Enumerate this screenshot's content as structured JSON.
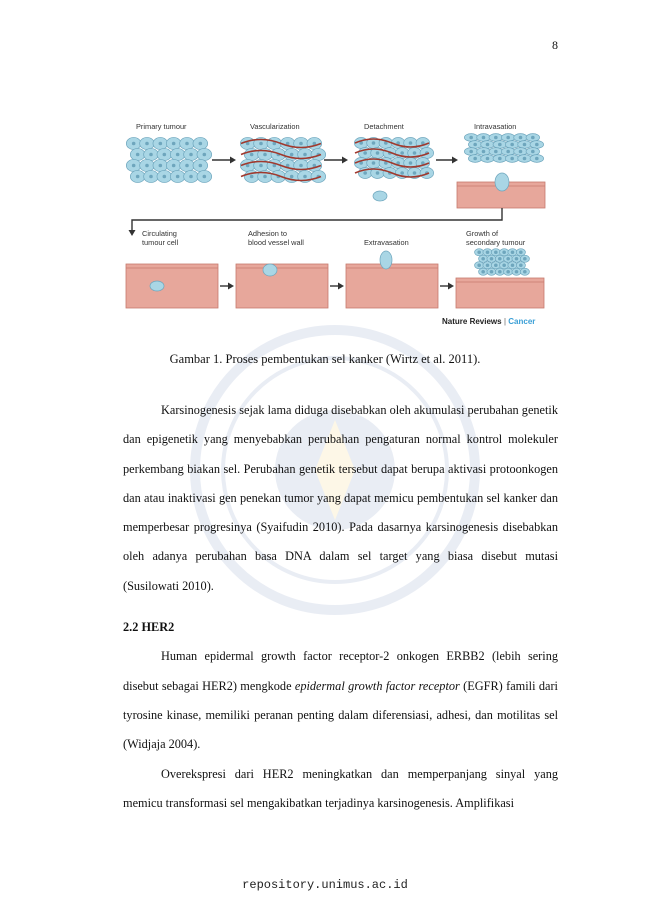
{
  "page_number": "8",
  "figure": {
    "stages_top": [
      "Primary tumour",
      "Vascularization",
      "Detachment",
      "Intravasation"
    ],
    "stages_bottom": [
      [
        "Circulating",
        "tumour cell"
      ],
      [
        "Adhesion to",
        "blood vessel wall"
      ],
      [
        "Extravasation"
      ],
      [
        "Growth of",
        "secondary tumour"
      ]
    ],
    "source_journal": "Nature Reviews",
    "source_section": "Cancer",
    "colors": {
      "cell": "#a9d6e5",
      "cell_stroke": "#6ea6bd",
      "vessel": "#e7a79b",
      "vessel_stroke": "#c77a6e",
      "capillary": "#a0392e",
      "arrow": "#333333",
      "cancer_text": "#3a9fd6"
    }
  },
  "caption": "Gambar 1. Proses pembentukan sel kanker (Wirtz et al. 2011).",
  "paragraphs": {
    "p1": "Karsinogenesis sejak lama diduga disebabkan oleh akumulasi perubahan genetik dan epigenetik yang menyebabkan perubahan pengaturan normal kontrol molekuler perkembang biakan sel. Perubahan genetik tersebut dapat berupa aktivasi protoonkogen dan atau inaktivasi gen penekan tumor yang dapat memicu pembentukan sel kanker dan memperbesar progresinya (Syaifudin 2010). Pada dasarnya karsinogenesis disebabkan oleh adanya perubahan basa DNA dalam sel target yang biasa disebut mutasi (Susilowati 2010).",
    "heading": "2.2 HER2",
    "p2_before": "Human epidermal growth factor receptor-2 onkogen ERBB2 (lebih sering disebut sebagai HER2) mengkode ",
    "p2_italic": "epidermal growth factor receptor",
    "p2_after": " (EGFR) famili dari tyrosine kinase, memiliki peranan penting dalam diferensiasi, adhesi, dan motilitas sel (Widjaja 2004).",
    "p3": "Overekspresi dari HER2 meningkatkan dan memperpanjang sinyal yang memicu transformasi sel mengakibatkan terjadinya karsinogenesis. Amplifikasi"
  },
  "footer": "repository.unimus.ac.id"
}
